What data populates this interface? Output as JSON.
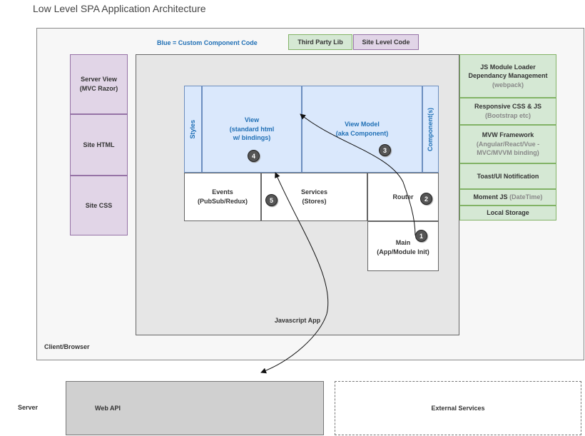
{
  "title": "Low Level SPA Application Architecture",
  "legend": {
    "blue_note": "Blue = Custom Component Code",
    "third_party": "Third Party Lib",
    "site_level": "Site Level Code"
  },
  "client": {
    "label": "Client/Browser"
  },
  "site_level": {
    "server_view": "Server View\n(MVC Razor)",
    "site_html": "Site HTML",
    "site_css": "Site CSS"
  },
  "js_app": {
    "label": "Javascript App",
    "styles": "Styles",
    "view": "View\n(standard html\nw/ bindings)",
    "view_model": "View Model\n(aka Component)",
    "components": "Component(s)",
    "events": "Events\n(PubSub/Redux)",
    "services": "Services\n(Stores)",
    "router": "Router",
    "main": "Main\n(App/Module Init)"
  },
  "badges": [
    "1",
    "2",
    "3",
    "4",
    "5"
  ],
  "third_party": {
    "module_loader_title": "JS Module Loader\nDependancy Management",
    "module_loader_sub": "(webpack)",
    "responsive_title": "Responsive CSS & JS",
    "responsive_sub": "(Bootstrap etc)",
    "mvw_title": "MVW Framework",
    "mvw_sub": "(Angular/React/Vue -\nMVC/MVVM binding)",
    "toast": "Toast/UI Notification",
    "moment_title": "Moment JS",
    "moment_sub": "(DateTime)",
    "storage": "Local Storage"
  },
  "server": {
    "label": "Server",
    "web_api": "Web API",
    "external": "External Services"
  },
  "colors": {
    "blue_fill": "#dae8fc",
    "blue_text": "#1f6fb5",
    "green_fill": "#d5e8d4",
    "purple_fill": "#e1d5e7"
  }
}
